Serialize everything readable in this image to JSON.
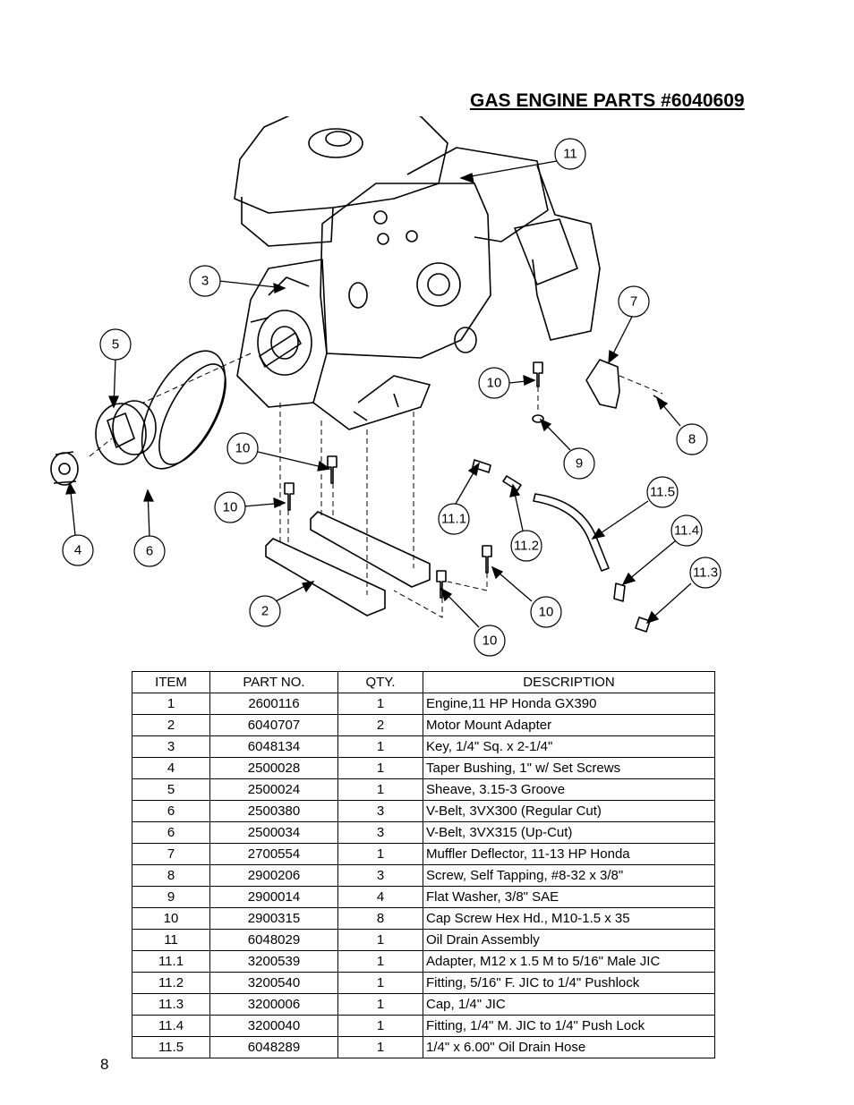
{
  "title": "GAS ENGINE PARTS #6040609",
  "page_number": "8",
  "diagram": {
    "callouts": [
      "11",
      "3",
      "7",
      "5",
      "10",
      "8",
      "9",
      "10",
      "11.5",
      "10",
      "11.1",
      "11.4",
      "4",
      "6",
      "11.2",
      "11.3",
      "2",
      "10",
      "10"
    ]
  },
  "table": {
    "headers": [
      "ITEM",
      "PART NO.",
      "QTY.",
      "DESCRIPTION"
    ],
    "rows": [
      [
        "1",
        "2600116",
        "1",
        "Engine,11 HP Honda GX390"
      ],
      [
        "2",
        "6040707",
        "2",
        "Motor Mount Adapter"
      ],
      [
        "3",
        "6048134",
        "1",
        "Key, 1/4\" Sq. x 2-1/4\""
      ],
      [
        "4",
        "2500028",
        "1",
        "Taper Bushing, 1\" w/ Set Screws"
      ],
      [
        "5",
        "2500024",
        "1",
        "Sheave, 3.15-3 Groove"
      ],
      [
        "6",
        "2500380",
        "3",
        "V-Belt, 3VX300 (Regular Cut)"
      ],
      [
        "6",
        "2500034",
        "3",
        "V-Belt, 3VX315 (Up-Cut)"
      ],
      [
        "7",
        "2700554",
        "1",
        "Muffler Deflector, 11-13 HP Honda"
      ],
      [
        "8",
        "2900206",
        "3",
        "Screw, Self Tapping, #8-32 x 3/8\""
      ],
      [
        "9",
        "2900014",
        "4",
        "Flat Washer, 3/8\" SAE"
      ],
      [
        "10",
        "2900315",
        "8",
        "Cap Screw Hex Hd., M10-1.5 x 35"
      ],
      [
        "11",
        "6048029",
        "1",
        "Oil Drain Assembly"
      ],
      [
        "11.1",
        "3200539",
        "1",
        "Adapter, M12 x 1.5 M  to 5/16\" Male  JIC"
      ],
      [
        "11.2",
        "3200540",
        "1",
        "Fitting, 5/16\" F. JIC to 1/4\" Pushlock"
      ],
      [
        "11.3",
        "3200006",
        "1",
        "Cap, 1/4\" JIC"
      ],
      [
        "11.4",
        "3200040",
        "1",
        "Fitting, 1/4\" M. JIC to 1/4\" Push Lock"
      ],
      [
        "11.5",
        "6048289",
        "1",
        "1/4\" x 6.00\" Oil Drain Hose"
      ]
    ]
  }
}
